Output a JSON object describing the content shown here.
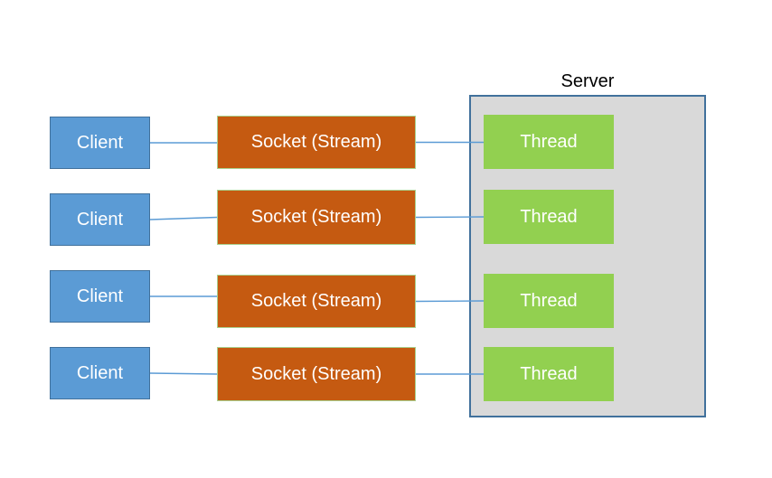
{
  "diagram": {
    "type": "architecture-diagram",
    "server": {
      "title": "Server"
    },
    "rows": [
      {
        "client_label": "Client",
        "socket_label": "Socket (Stream)",
        "thread_label": "Thread"
      },
      {
        "client_label": "Client",
        "socket_label": "Socket (Stream)",
        "thread_label": "Thread"
      },
      {
        "client_label": "Client",
        "socket_label": "Socket (Stream)",
        "thread_label": "Thread"
      },
      {
        "client_label": "Client",
        "socket_label": "Socket (Stream)",
        "thread_label": "Thread"
      }
    ],
    "colors": {
      "client_fill": "#5b9bd5",
      "client_border": "#41719c",
      "socket_fill": "#c55a11",
      "socket_border": "#a9d08e",
      "thread_fill": "#92d050",
      "server_fill": "#d9d9d9",
      "server_border": "#41719c",
      "connector": "#5b9bd5",
      "box_text": "#ffffff",
      "title_text": "#000000"
    }
  }
}
